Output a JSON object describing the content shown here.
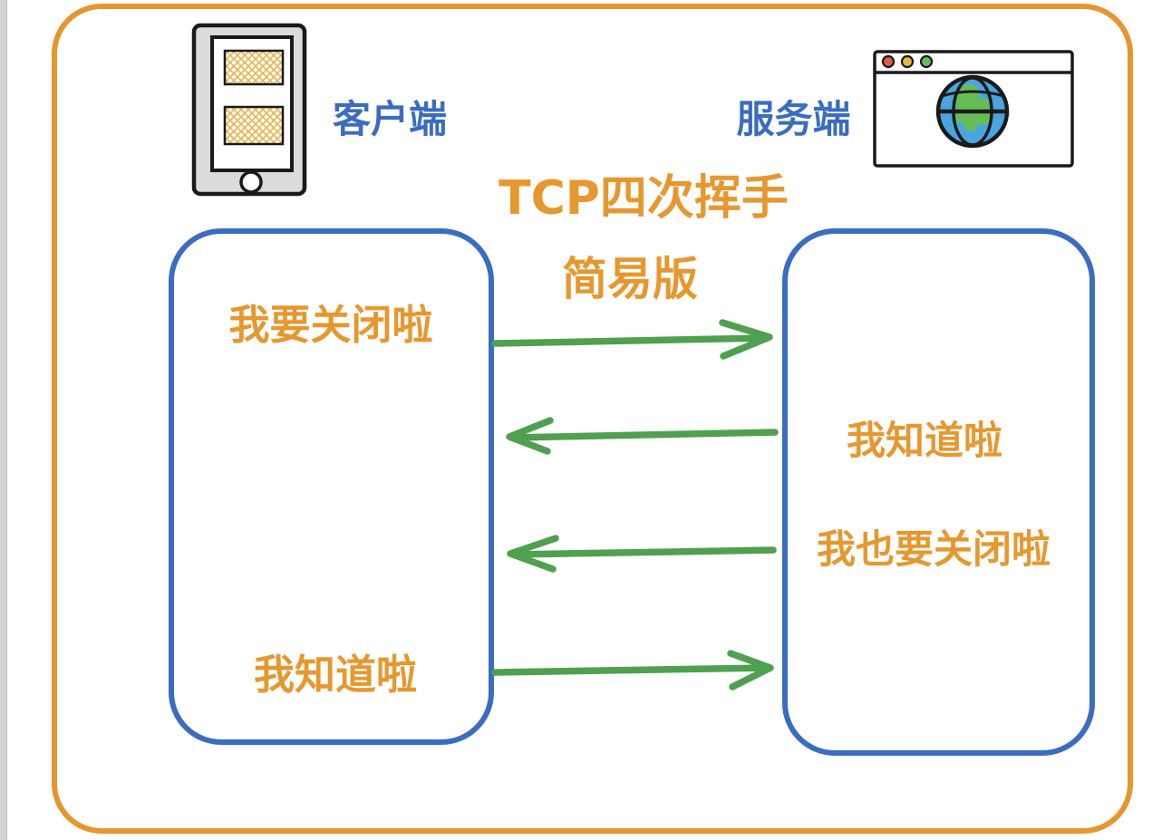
{
  "title": {
    "line1": "TCP四次挥手",
    "line2": "简易版"
  },
  "participants": {
    "client": {
      "label": "客户端",
      "icon": "smartphone-icon"
    },
    "server": {
      "label": "服务端",
      "icon": "browser-globe-icon"
    }
  },
  "messages": [
    {
      "step": 1,
      "from": "client",
      "to": "server",
      "direction": "right",
      "label": "我要关闭啦"
    },
    {
      "step": 2,
      "from": "server",
      "to": "client",
      "direction": "left",
      "label": "我知道啦"
    },
    {
      "step": 3,
      "from": "server",
      "to": "client",
      "direction": "left",
      "label": "我也要关闭啦"
    },
    {
      "step": 4,
      "from": "client",
      "to": "server",
      "direction": "right",
      "label": "我知道啦"
    }
  ],
  "colors": {
    "accent_orange": "#E6982F",
    "label_blue": "#3A6CC2",
    "arrow_green": "#4FA04F",
    "phone_body_gray": "#DBDBDB",
    "hatch_orange": "#E9B34C",
    "globe_blue": "#4AA5DF",
    "globe_land_green": "#66BD58",
    "dot_red": "#E05B4B",
    "dot_yellow": "#E9B93A",
    "dot_green": "#67BC61"
  }
}
